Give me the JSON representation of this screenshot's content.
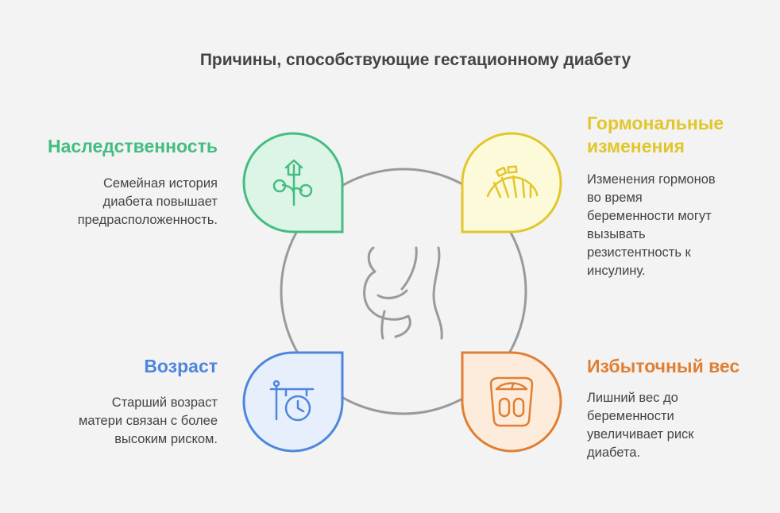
{
  "title": "Причины, способствующие гестационному диабету",
  "colors": {
    "green": "#43bd80",
    "yellow": "#e2c62c",
    "blue": "#4e86de",
    "orange": "#e07f33",
    "ring": "#9a9a9a",
    "background": "#f3f3f3"
  },
  "items": [
    {
      "heading": "Наследственность",
      "desc_lines": [
        "Семейная история",
        "диабета повышает",
        "предрасположенность."
      ],
      "icon": "family-tree-icon"
    },
    {
      "heading_lines": [
        "Гормональные",
        "изменения"
      ],
      "desc_lines": [
        "Изменения гормонов",
        "во время",
        "беременности могут",
        "вызывать",
        "резистентность к",
        "инсулину."
      ],
      "icon": "roller-coaster-icon"
    },
    {
      "heading": "Возраст",
      "desc_lines": [
        "Старший возраст",
        "матери связан с более",
        "высоким риском."
      ],
      "icon": "time-clock-icon"
    },
    {
      "heading": "Избыточный вес",
      "desc_lines": [
        "Лишний вес до",
        "беременности",
        "увеличивает риск",
        "диабета."
      ],
      "icon": "weight-scale-icon"
    }
  ],
  "center_icon": "pregnant-belly-icon"
}
